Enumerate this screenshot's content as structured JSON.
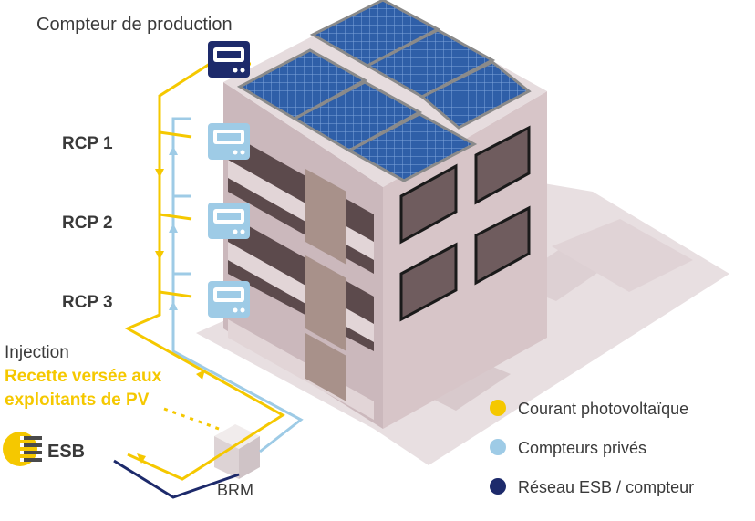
{
  "labels": {
    "production_meter": "Compteur de production",
    "rcp1": "RCP 1",
    "rcp2": "RCP 2",
    "rcp3": "RCP 3",
    "injection": "Injection",
    "revenue_line1": "Recette versée aux",
    "revenue_line2": "exploitants de PV",
    "esb": "ESB",
    "brm": "BRM"
  },
  "legend": [
    {
      "label": "Courant photovoltaïque",
      "color": "#f5c800"
    },
    {
      "label": "Compteurs privés",
      "color": "#9ecbe6"
    },
    {
      "label": "Réseau ESB / compteur",
      "color": "#1d2a6b"
    }
  ],
  "colors": {
    "pv": "#f5c800",
    "private": "#9ecbe6",
    "grid": "#1d2a6b",
    "wall_front": "#cbb8bc",
    "wall_side": "#d9c8cb",
    "roof": "#e2d6d8",
    "panel": "#2f5fa8"
  },
  "icons": [
    "meter-icon",
    "solar-panel-icon",
    "sun-icon",
    "building-icon",
    "brm-box-icon"
  ]
}
